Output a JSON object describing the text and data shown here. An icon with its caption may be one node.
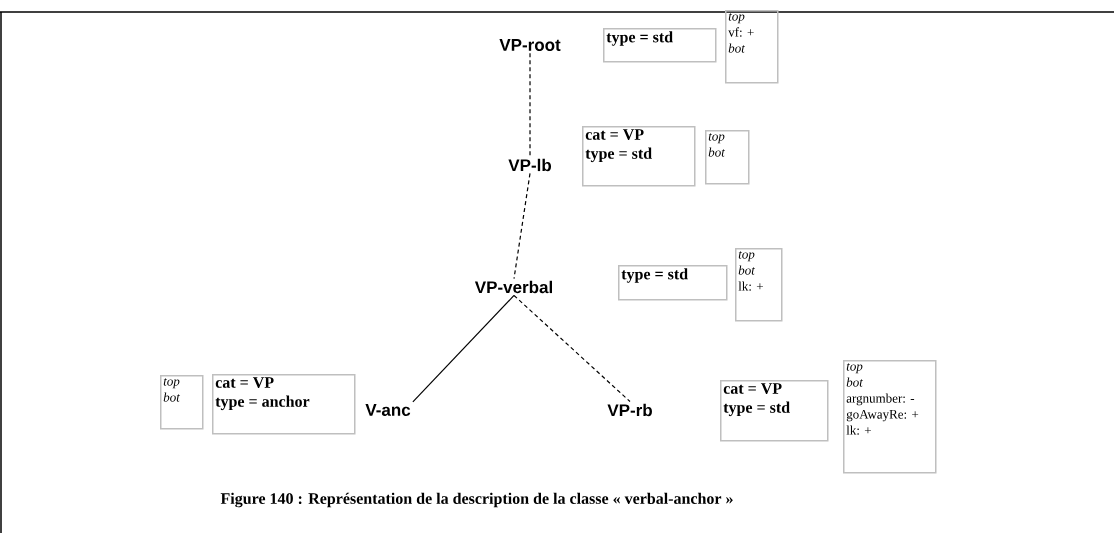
{
  "diagram": {
    "caption": "Figure 140 : Représentation de la description de la classe « verbal-anchor »",
    "nodes": [
      {
        "text": [
          "VP-root"
        ]
      },
      {
        "text": [
          "type = std"
        ]
      },
      {
        "text": [
          "*top*",
          "vf: +",
          "*bot*"
        ]
      },
      {
        "text": [
          "VP-lb"
        ]
      },
      {
        "text": [
          "cat = VP",
          "type = std"
        ]
      },
      {
        "text": [
          "*top*",
          "*bot*"
        ]
      },
      {
        "text": [
          "VP-verbal"
        ]
      },
      {
        "text": [
          "type = std"
        ]
      },
      {
        "text": [
          "*top*",
          "*bot*",
          "lk: +"
        ]
      },
      {
        "text": [
          "*top*",
          "*bot*"
        ]
      },
      {
        "text": [
          "cat = VP",
          "type = anchor"
        ]
      },
      {
        "text": [
          "V-anc"
        ]
      },
      {
        "text": [
          "VP-rb"
        ]
      },
      {
        "text": [
          "cat = VP",
          "type = std"
        ]
      },
      {
        "text": [
          "*top*",
          "*bot*",
          "argnumber: -",
          "goAwayRe: +",
          "lk: +"
        ]
      }
    ],
    "edges": [
      {
        "from": 0,
        "to": 3,
        "arrow": "none",
        "style": "dashed"
      },
      {
        "from": 3,
        "to": 6,
        "arrow": "none",
        "style": "dashed"
      },
      {
        "from": 6,
        "to": 11,
        "arrow": "none"
      },
      {
        "from": 6,
        "to": 12,
        "arrow": "none",
        "style": "dashed"
      }
    ]
  }
}
